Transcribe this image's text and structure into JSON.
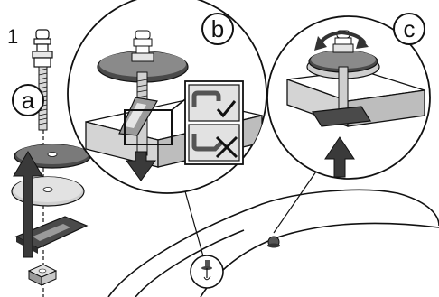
{
  "step": "1",
  "callouts": {
    "a": "a",
    "b": "b",
    "c": "c"
  },
  "colors": {
    "stroke": "#111111",
    "dark_part": "#333333",
    "mid_part": "#8a8a8a",
    "light_part": "#d7d7d7",
    "panel": "#cfcfcf",
    "ceramic": "#ffffff"
  },
  "icons": {
    "correct": "check-icon",
    "incorrect": "cross-icon",
    "move_up": "arrow-up-icon",
    "move_down": "arrow-down-icon",
    "tighten": "rotate-arrow-icon"
  }
}
